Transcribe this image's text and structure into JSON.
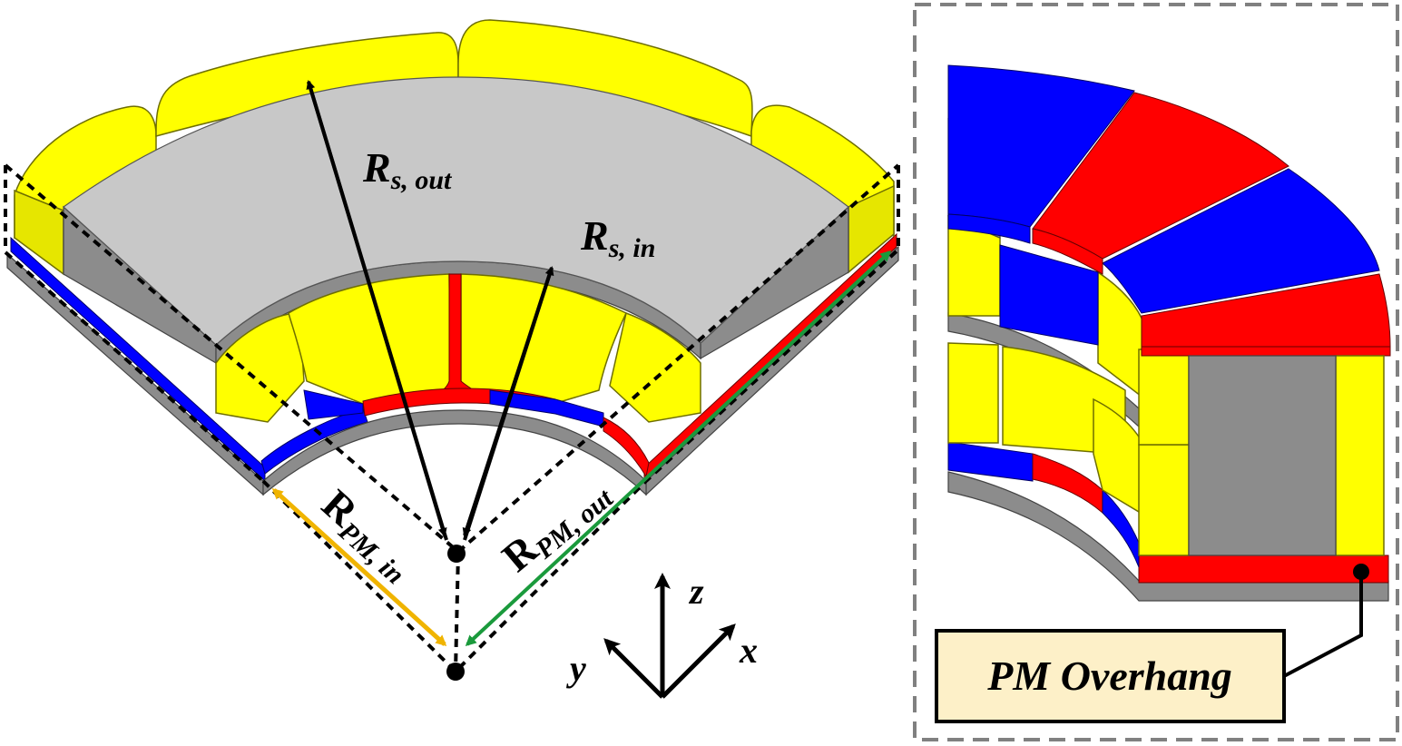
{
  "labels": {
    "rs_out_main": "R",
    "rs_out_sub": "s, out",
    "rs_in_main": "R",
    "rs_in_sub": "s, in",
    "rpm_in_main": "R",
    "rpm_in_sub": "PM, in",
    "rpm_out_main": "R",
    "rpm_out_sub": "PM, out"
  },
  "axes": {
    "z": "z",
    "y": "y",
    "x": "x"
  },
  "callout": {
    "text": "PM Overhang"
  },
  "colors": {
    "magnet_north": "#0000ff",
    "magnet_south": "#ff0000",
    "winding": "#ffff00",
    "core": "#c8c8c8",
    "r_pm_in_arrow": "#f0b400",
    "r_pm_out_arrow": "#1a9a3c",
    "callout_fill": "#fdf0c8"
  }
}
